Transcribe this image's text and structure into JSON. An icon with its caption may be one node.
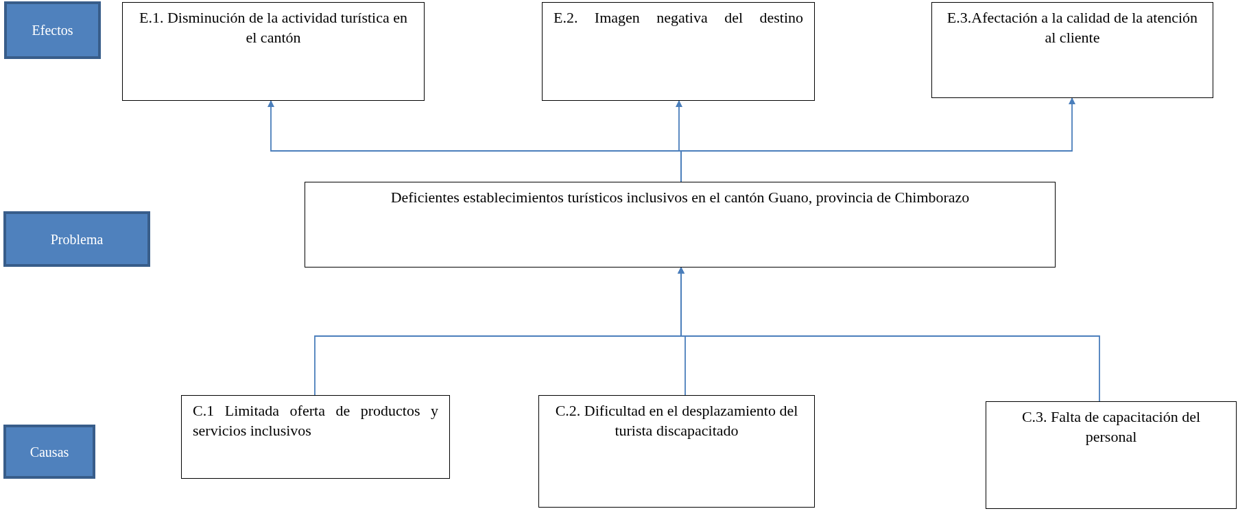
{
  "diagram": {
    "nodes": [
      {
        "text": [
          "Efectos"
        ]
      },
      {
        "text": [
          "E.1. Disminución de la actividad turística en el cantón"
        ]
      },
      {
        "text": [
          "E.2. Imagen negativa del destino"
        ]
      },
      {
        "text": [
          "E.3.Afectación a la calidad de la atención al cliente"
        ]
      },
      {
        "text": [
          "Problema"
        ]
      },
      {
        "text": [
          "Deficientes establecimientos turísticos inclusivos en el cantón Guano, provincia de Chimborazo"
        ]
      },
      {
        "text": [
          "Causas"
        ]
      },
      {
        "text": [
          "C.1 Limitada oferta de productos y servicios inclusivos"
        ]
      },
      {
        "text": [
          "C.2. Dificultad en el desplazamiento del turista discapacitado"
        ]
      },
      {
        "text": [
          "C.3. Falta de capacitación del personal"
        ]
      }
    ],
    "edges": [
      {
        "from": 5,
        "to": 1,
        "arrow": "to"
      },
      {
        "from": 5,
        "to": 2,
        "arrow": "to"
      },
      {
        "from": 5,
        "to": 3,
        "arrow": "to"
      },
      {
        "from": 7,
        "to": 5,
        "arrow": "to"
      },
      {
        "from": 8,
        "to": 5,
        "arrow": "to"
      },
      {
        "from": 9,
        "to": 5,
        "arrow": "to"
      }
    ]
  }
}
